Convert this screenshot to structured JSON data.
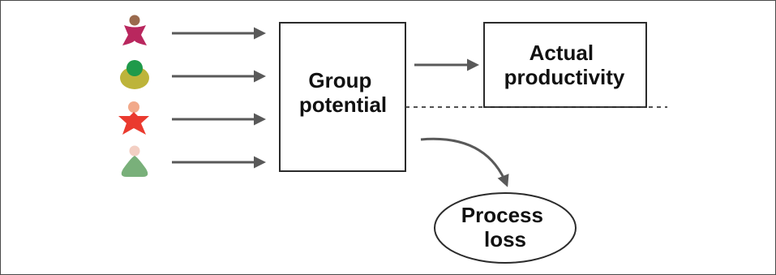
{
  "diagram": {
    "group_potential": {
      "line1": "Group",
      "line2": "potential"
    },
    "actual_productivity": {
      "line1": "Actual",
      "line2": "productivity"
    },
    "process_loss": {
      "line1": "Process",
      "line2": "loss"
    },
    "members": [
      {
        "icon": "x-shaped-person-icon",
        "color": "#b9275e",
        "head_color": "#9a6a4d"
      },
      {
        "icon": "blob-person-icon",
        "color": "#bdb43a",
        "head_color": "#1f9a4a"
      },
      {
        "icon": "star-person-icon",
        "color": "#ea3a2f",
        "head_color": "#f2a98a"
      },
      {
        "icon": "triangle-person-icon",
        "color": "#79b07a",
        "head_color": "#f3cfc3"
      }
    ],
    "colors": {
      "arrow": "#595959",
      "box_border": "#2b2b2b",
      "dashed_line": "#3a3a3a"
    }
  }
}
